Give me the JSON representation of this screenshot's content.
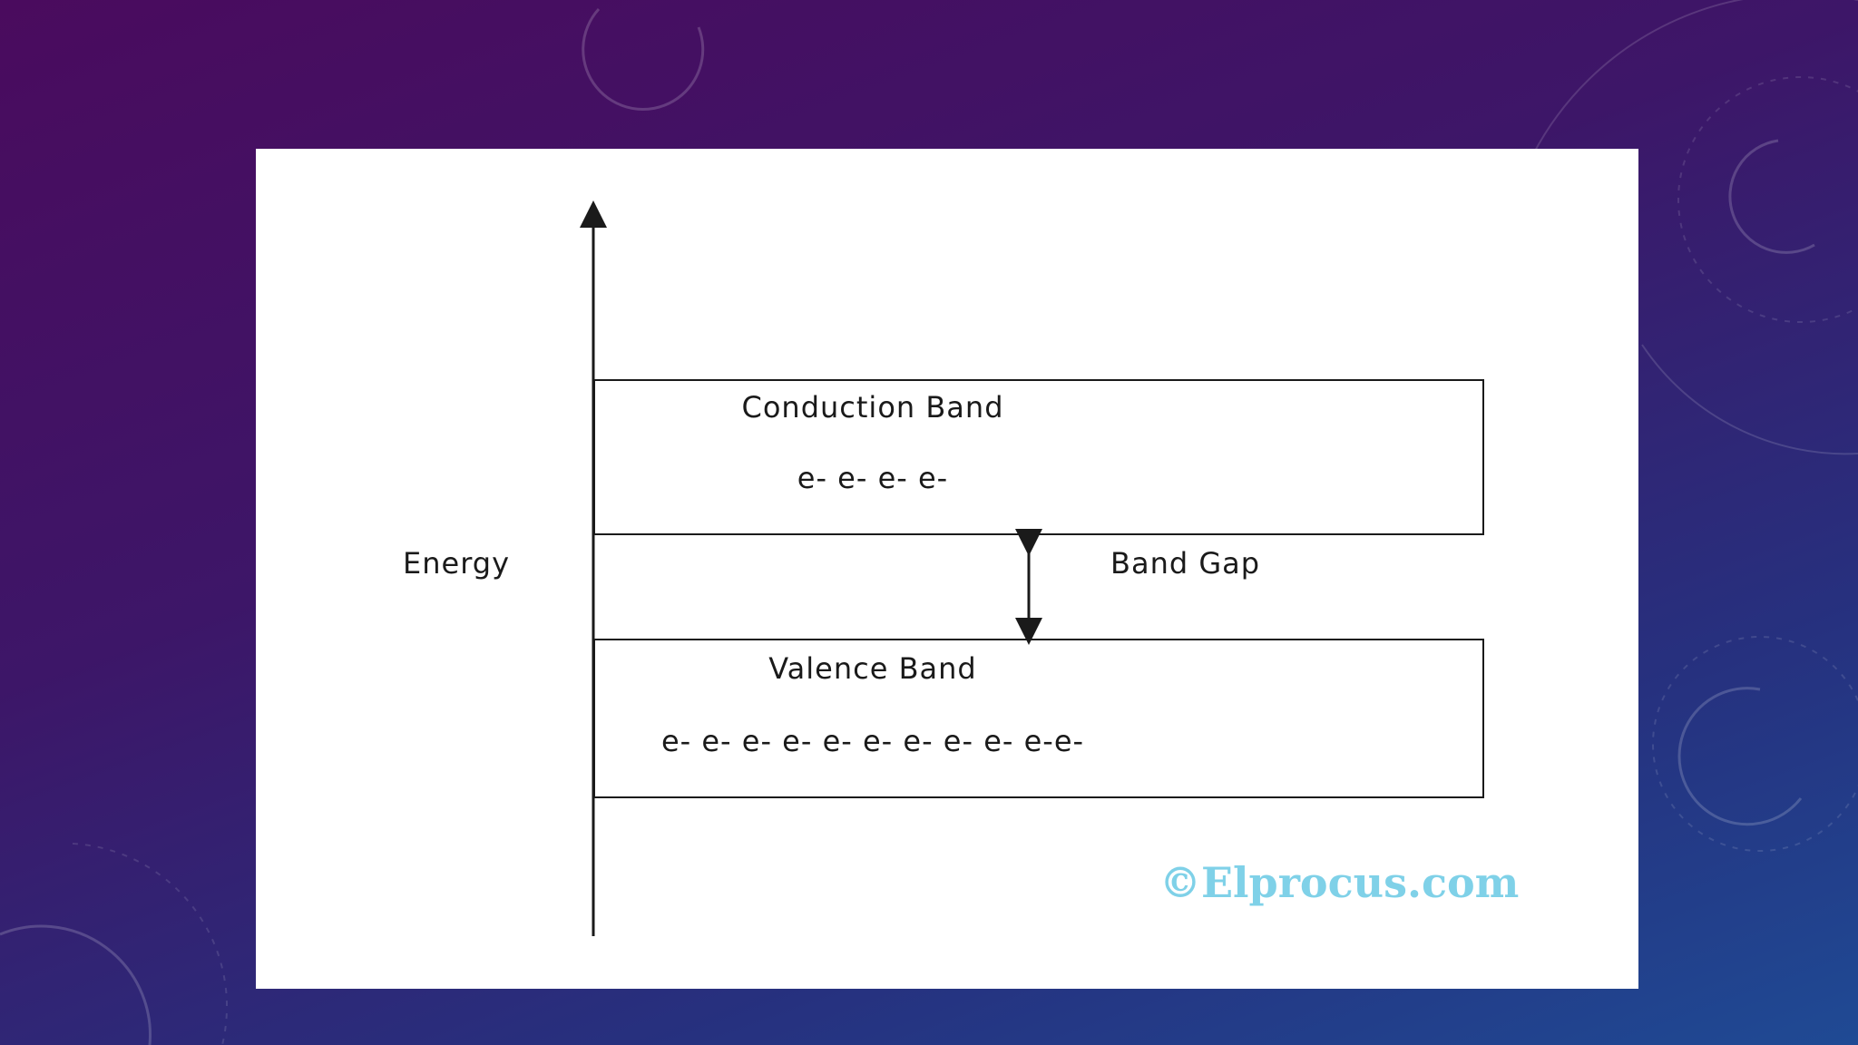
{
  "diagram": {
    "axis_label": "Energy",
    "gap_label": "Band Gap",
    "conduction_band": {
      "title": "Conduction Band",
      "electrons": "e- e- e- e-"
    },
    "valence_band": {
      "title": "Valence Band",
      "electrons": "e- e- e- e- e- e- e- e- e- e-e-"
    },
    "watermark": "©Elprocus.com"
  },
  "colors": {
    "background_top": "#4a0b5e",
    "background_bottom": "#1f4a94",
    "line": "#1a1a1a",
    "watermark": "#7fd1e8"
  }
}
